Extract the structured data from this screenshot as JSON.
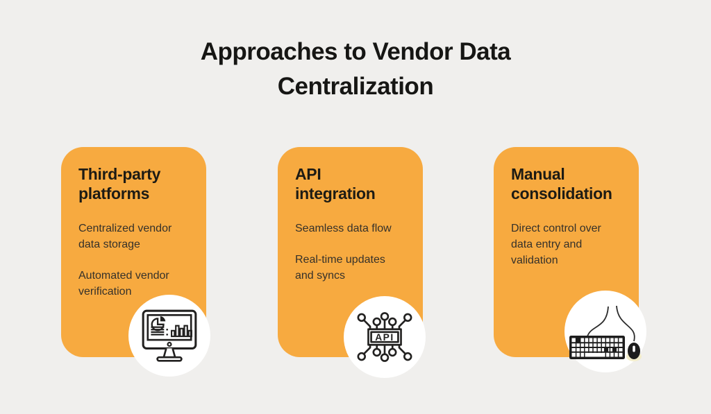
{
  "title": {
    "line1": "Approaches to Vendor Data",
    "line2": "Centralization"
  },
  "colors": {
    "background": "#F0EFED",
    "card_orange": "#F7AA40",
    "title_text": "#161614",
    "heading_text": "#1D1B14",
    "body_text": "#35312A",
    "icon_stroke": "#222120",
    "icon_circle_bg": "#FFFFFF"
  },
  "cards": [
    {
      "heading_lines": [
        "Third-party",
        "platforms"
      ],
      "bullets": [
        "Centralized vendor data storage",
        "Automated vendor verification"
      ],
      "icon": "monitor-dashboard-icon"
    },
    {
      "heading_lines": [
        "API",
        "integration"
      ],
      "bullets": [
        "Seamless data flow",
        "Real-time updates and syncs"
      ],
      "icon": "api-network-icon"
    },
    {
      "heading_lines": [
        "Manual",
        "consolidation"
      ],
      "bullets": [
        "Direct control over data entry and validation"
      ],
      "icon": "keyboard-mouse-icon"
    }
  ],
  "icons": {
    "api_label": "API"
  }
}
